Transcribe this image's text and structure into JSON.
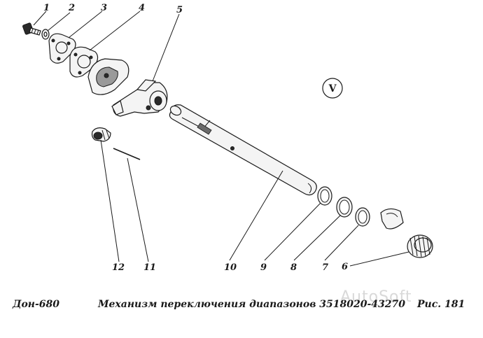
{
  "callouts": [
    "1",
    "2",
    "3",
    "4",
    "5",
    "6",
    "7",
    "8",
    "9",
    "10",
    "11",
    "12"
  ],
  "view_label": "V",
  "footer": {
    "model": "Дон-680",
    "title": "Механизм переключения диапазонов 3518020-43270",
    "figure": "Рис.  181"
  },
  "watermark": "AutoSoft"
}
